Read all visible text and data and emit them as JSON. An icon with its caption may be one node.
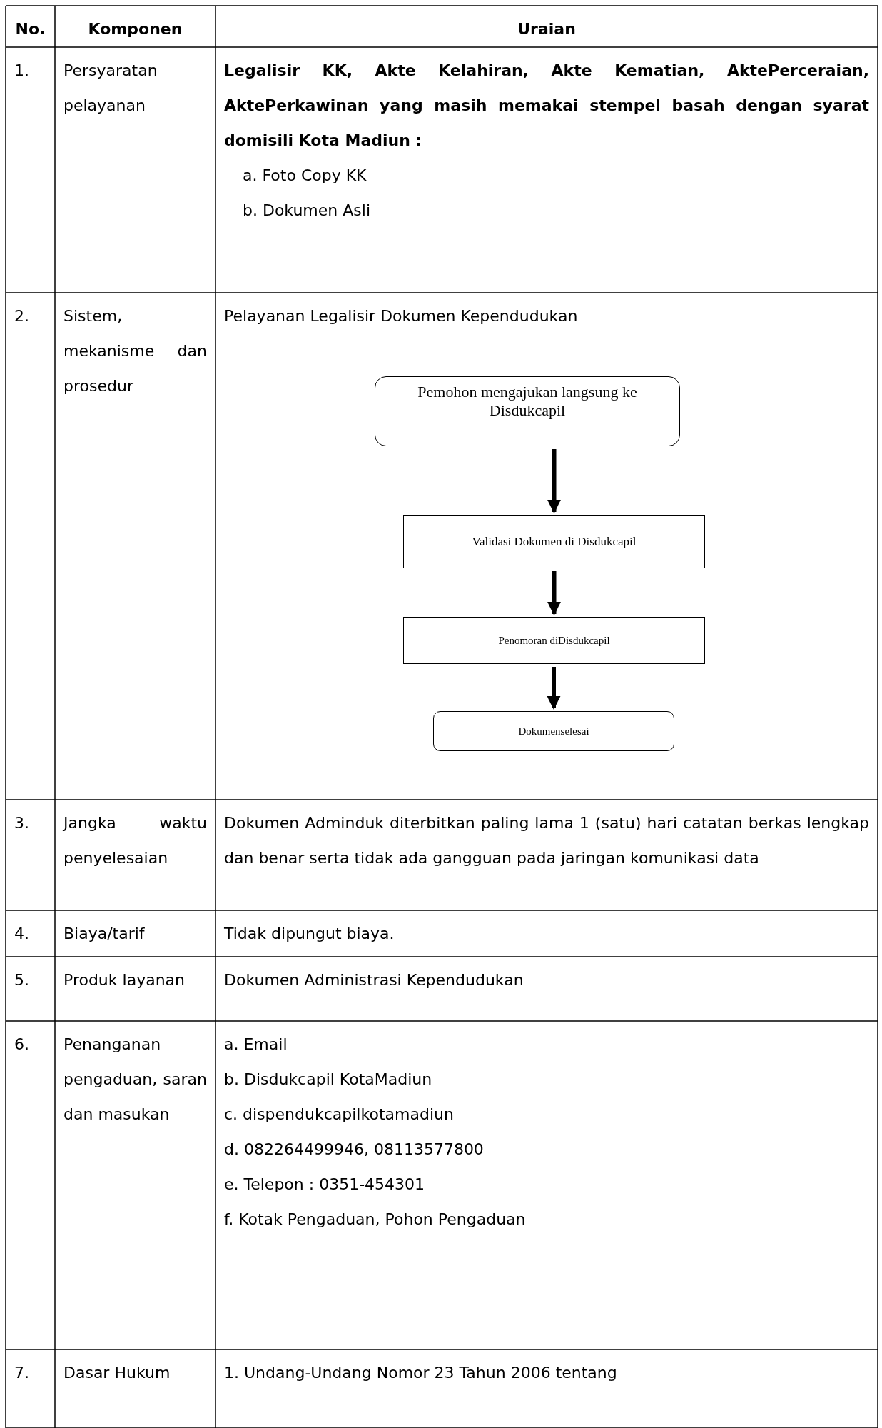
{
  "diagram": {
    "nodes": [
      {
        "text": [
          "Pemohon mengajukan langsung ke Disdukcapil"
        ]
      },
      {
        "text": [
          "Validasi Dokumen di Disdukcapil"
        ]
      },
      {
        "text": [
          "Penomoran diDisdukcapil"
        ]
      },
      {
        "text": [
          "Dokumenselesai"
        ]
      }
    ],
    "edges": [
      {
        "from": 0,
        "to": 1,
        "arrow": "to"
      },
      {
        "from": 1,
        "to": 2,
        "arrow": "to"
      },
      {
        "from": 2,
        "to": 3,
        "arrow": "to"
      }
    ],
    "labels": [
      "No.",
      "Komponen",
      "Uraian",
      "1.",
      "Persyaratan pelayanan",
      "Legalisir KK, Akte Kelahiran, Akte Kematian, AktePerceraian, AktePerkawinan yang masih memakai stempel basah dengan syarat domisili Kota Madiun :",
      "a. Foto Copy KK",
      "b. Dokumen Asli",
      "2.",
      "Sistem, mekanisme dan prosedur",
      "Pelayanan Legalisir Dokumen Kependudukan",
      "3.",
      "Jangka waktu penyelesaian",
      "Dokumen Adminduk diterbitkan paling lama 1 (satu) hari catatan berkas lengkap dan benar serta tidak ada gangguan pada jaringan komunikasi data",
      "4.",
      "Biaya/tarif",
      "Tidak dipungut biaya.",
      "5.",
      "Produk layanan",
      "Dokumen Administrasi Kependudukan",
      "6.",
      "Penanganan pengaduan, saran dan masukan",
      "a. Email",
      "b. Disdukcapil KotaMadiun",
      "c. dispendukcapilkotamadiun",
      "d. 082264499946, 08113577800",
      "e. Telepon : 0351-454301",
      "f. Kotak Pengaduan, Pohon Pengaduan",
      "7.",
      "Dasar Hukum",
      "1. Undang-Undang Nomor 23 Tahun 2006 tentang"
    ]
  }
}
